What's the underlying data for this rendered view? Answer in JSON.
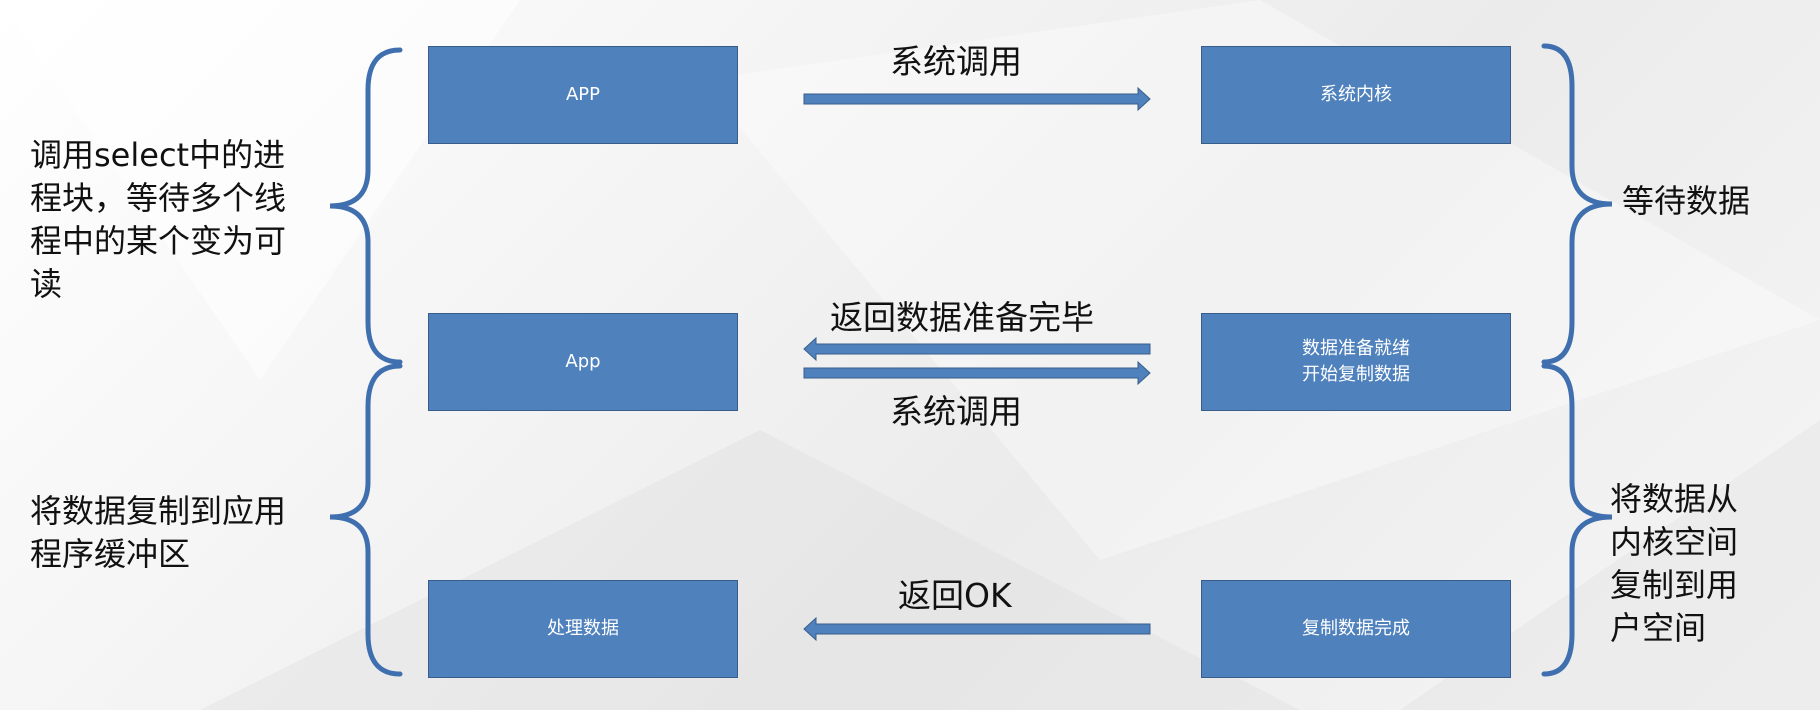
{
  "colors": {
    "box_fill": "#4f81bd",
    "box_border": "#385d8a",
    "arrow_fill": "#4f81bd",
    "bracket": "#3f6fae"
  },
  "boxes": {
    "app_top": "APP",
    "kernel": "系统内核",
    "app_mid": "App",
    "ready_line1": "数据准备就绪",
    "ready_line2": "开始复制数据",
    "process": "处理数据",
    "copy_done": "复制数据完成"
  },
  "arrow_labels": {
    "syscall_top": "系统调用",
    "data_ready": "返回数据准备完毕",
    "syscall_mid": "系统调用",
    "return_ok": "返回OK"
  },
  "left_notes": {
    "wait_line1": "调用select中的进",
    "wait_line2": "程块，等待多个线",
    "wait_line3": "程中的某个变为可",
    "wait_line4": "读",
    "copy_line1": "将数据复制到应用",
    "copy_line2": "程序缓冲区"
  },
  "right_notes": {
    "wait": "等待数据",
    "copy_line1": "将数据从",
    "copy_line2": "内核空间",
    "copy_line3": "复制到用",
    "copy_line4": "户空间"
  }
}
